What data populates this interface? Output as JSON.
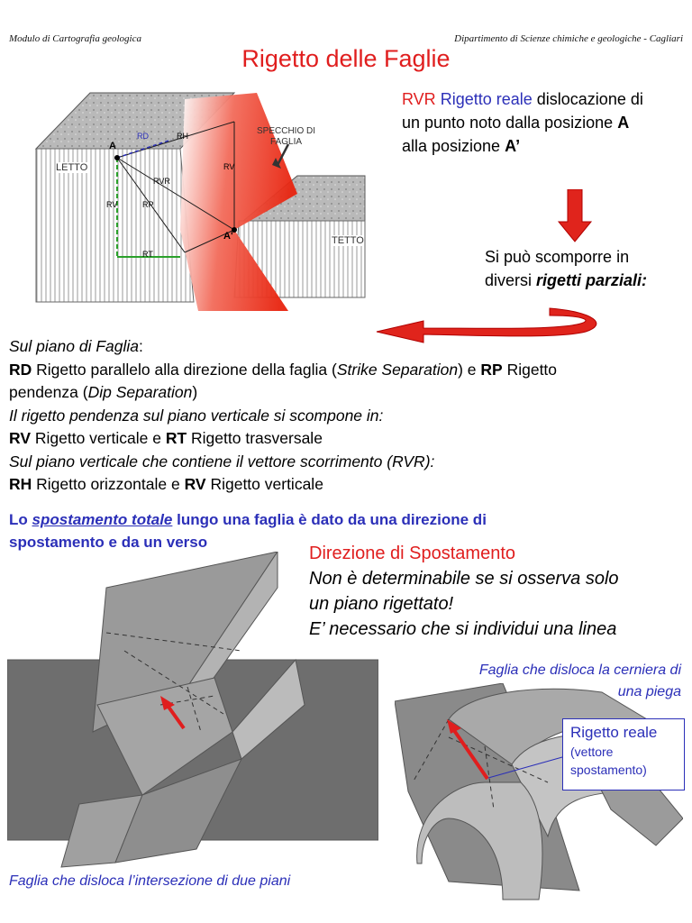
{
  "header": {
    "left": "Modulo di Cartografia geologica",
    "right": "Dipartimento di Scienze chimiche e geologiche - Cagliari"
  },
  "title": "Rigetto delle Faglie",
  "diagram1": {
    "specchio_1": "SPECCHIO DI",
    "specchio_2": "FAGLIA",
    "letto": "LETTO",
    "tetto": "TETTO",
    "point_a": "A",
    "point_a_prime": "A'",
    "rd": "RD",
    "rh": "RH",
    "rv_right": "RV",
    "rv_left": "RV",
    "rvr": "RVR",
    "rp": "RP",
    "rt": "RT"
  },
  "definition": {
    "rvr_abbr": "RVR",
    "rvr_name": "Rigetto reale",
    "line1_rest": "dislocazione di",
    "line2_a": "un punto noto dalla posizione",
    "line2_b": "A",
    "line3_a": "alla posizione",
    "line3_b": "A’"
  },
  "decompose": {
    "line1": "Si può scomporre in",
    "line2_a": "diversi",
    "line2_b": "rigetti parziali:"
  },
  "paragraph": {
    "l1": "Sul piano di Faglia",
    "l1_colon": ":",
    "rd": "RD",
    "rd_text": "Rigetto parallelo alla direzione della faglia (",
    "strike": "Strike Separation",
    "rd_text2": ") e",
    "rp": "RP",
    "rp_text": "Rigetto",
    "l3_a": "pendenza (",
    "dip": "Dip Separation",
    "l3_b": ")",
    "l4": "Il rigetto pendenza sul piano verticale si scompone in:",
    "rv": "RV",
    "rv_text": "Rigetto verticale e",
    "rt": "RT",
    "rt_text": "Rigetto trasversale",
    "l6": "Sul piano verticale che contiene il vettore scorrimento (RVR):",
    "rh": "RH",
    "rh_text": "Rigetto orizzontale e",
    "rv2": "RV",
    "rv2_text": "Rigetto verticale"
  },
  "spostamento": {
    "lo": "Lo",
    "term": "spostamento totale",
    "rest": "lungo una faglia è dato da una direzione di",
    "line2": "spostamento e da un verso"
  },
  "direzione": {
    "title": "Direzione di Spostamento",
    "l1": "Non è determinabile se si osserva solo",
    "l2": "un piano rigettato!",
    "l3": "E’ necessario che si individui una linea"
  },
  "captions": {
    "right_l1": "Faglia che disloca la cerniera di",
    "right_l2": "una piega",
    "bottom": "Faglia che disloca l’intersezione di due piani"
  },
  "callout": {
    "title": "Rigetto reale",
    "sub1": "(vettore",
    "sub2": "spostamento)"
  },
  "colors": {
    "accent_red": "#e01e1e",
    "accent_blue": "#2b2fb8"
  }
}
